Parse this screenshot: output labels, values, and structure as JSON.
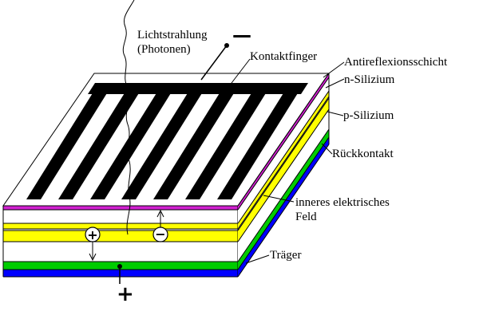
{
  "labels": {
    "light_line1": "Lichtstrahlung",
    "light_line2": "(Photonen)",
    "contact_finger": "Kontaktfinger",
    "antireflex": "Antireflexionsschicht",
    "n_silicon": "n-Silizium",
    "p_silicon": "p-Silizium",
    "back_contact": "Rückkontakt",
    "field_line1": "inneres elektrisches",
    "field_line2": "Feld",
    "carrier": "Träger"
  },
  "symbols": {
    "top_minus": "—",
    "bottom_plus": "+",
    "hole": "+",
    "electron": "−"
  },
  "colors": {
    "antireflex": "#d020d0",
    "silicon_yellow": "#ffff00",
    "back_contact": "#00cc00",
    "carrier": "#0000ff",
    "contact_finger": "#000000"
  }
}
